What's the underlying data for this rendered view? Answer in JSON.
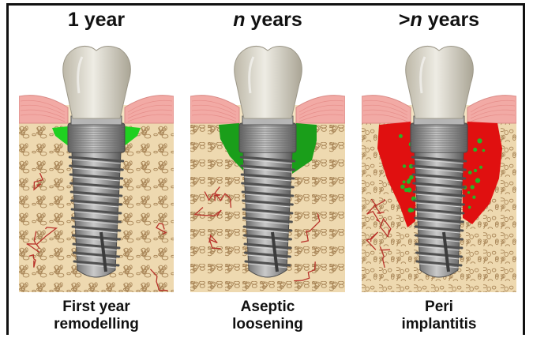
{
  "panels": [
    {
      "title_prefix": "",
      "title_n": "",
      "title_suffix": "1 year",
      "caption_line1": "First year",
      "caption_line2": "remodelling",
      "bone_loss": "minimal",
      "loss_color": "#1fd020"
    },
    {
      "title_prefix": "",
      "title_n": "n",
      "title_suffix": " years",
      "caption_line1": "Aseptic",
      "caption_line2": "loosening",
      "bone_loss": "moderate",
      "loss_color": "#1a9e1a"
    },
    {
      "title_prefix": ">",
      "title_n": "n",
      "title_suffix": " years",
      "caption_line1": "Peri",
      "caption_line2": "implantitis",
      "bone_loss": "severe",
      "loss_color": "#e01010"
    }
  ],
  "colors": {
    "bone": "#eed9b0",
    "gum": "#f2aaa5",
    "crown": "#eeece4",
    "implant": "#9a9a9a",
    "vessel": "#b8322a"
  }
}
